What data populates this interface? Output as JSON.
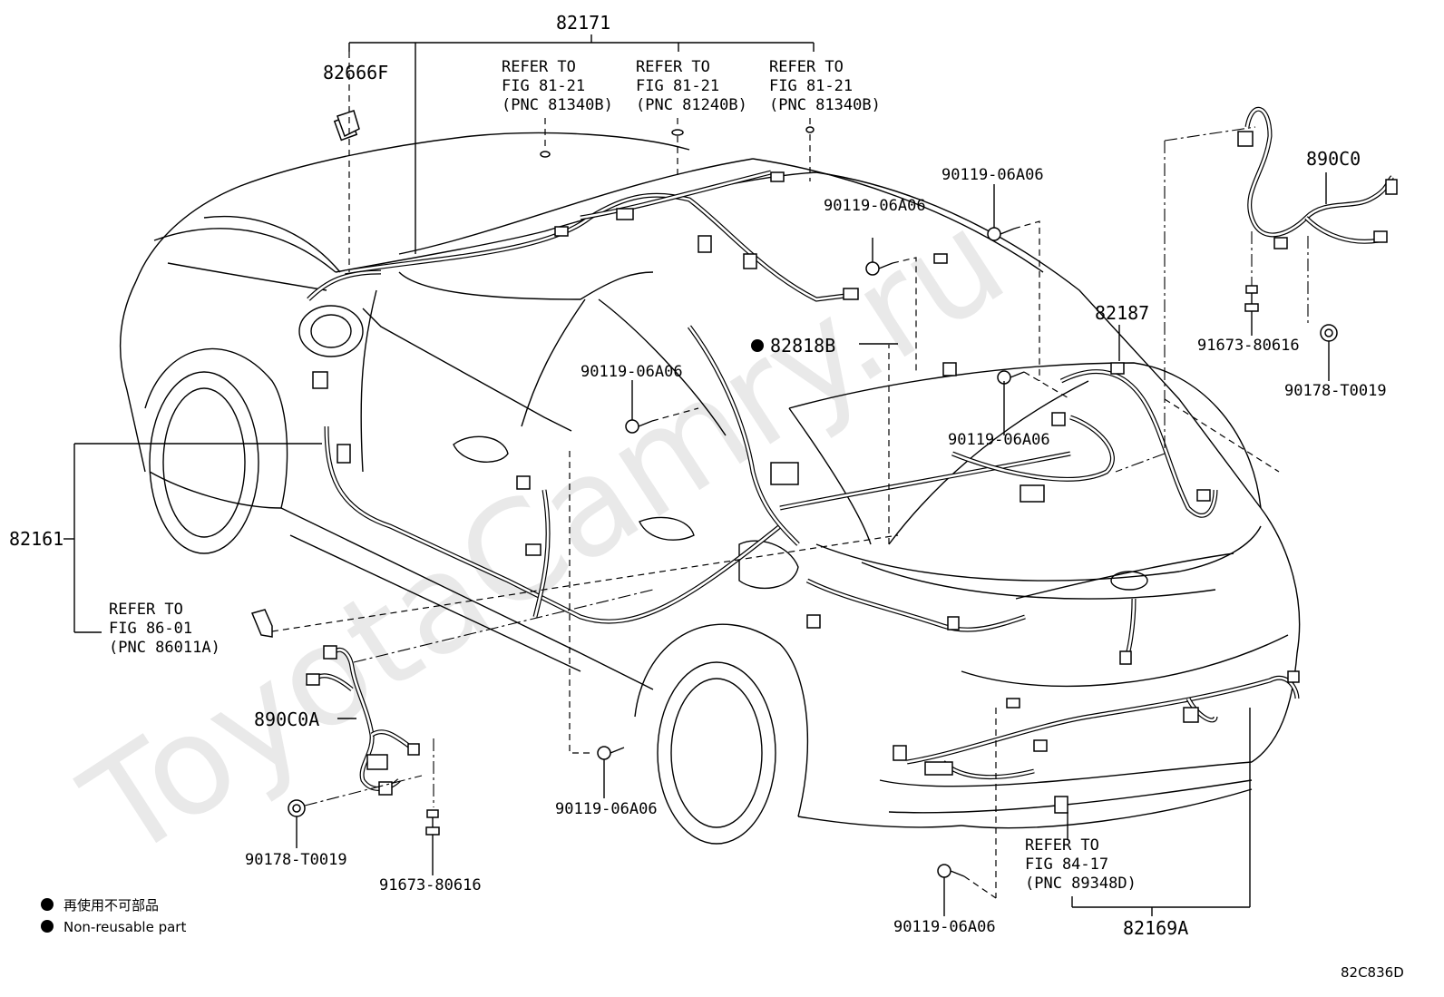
{
  "watermark": "ToyotaCamry.ru",
  "diagram_code": "82C836D",
  "parts": {
    "p82171": "82171",
    "p82666F": "82666F",
    "p890C0": "890C0",
    "p82187": "82187",
    "p82818B": "82818B",
    "p82161": "82161",
    "p890C0A": "890C0A",
    "p82169A": "82169A",
    "bolt_a": "90119-06A06",
    "bolt_b": "90119-06A06",
    "bolt_c": "90119-06A06",
    "bolt_d": "90119-06A06",
    "bolt_e": "90119-06A06",
    "bolt_f": "90119-06A06",
    "clip_r": "91673-80616",
    "nut_r": "90178-T0019",
    "nut_l": "90178-T0019",
    "clip_l": "91673-80616"
  },
  "refs": {
    "r1": [
      "REFER TO",
      "FIG 81-21",
      "(PNC 81340B)"
    ],
    "r2": [
      "REFER TO",
      "FIG 81-21",
      "(PNC 81240B)"
    ],
    "r3": [
      "REFER TO",
      "FIG 81-21",
      "(PNC 81340B)"
    ],
    "r4": [
      "REFER TO",
      "FIG 86-01",
      "(PNC 86011A)"
    ],
    "r5": [
      "REFER TO",
      "FIG 84-17",
      "(PNC 89348D)"
    ]
  },
  "legend": {
    "items": [
      {
        "symbol": "filled-dot-icon",
        "text": "再使用不可部品"
      },
      {
        "symbol": "filled-dot-icon",
        "text": "Non-reusable part"
      }
    ]
  }
}
